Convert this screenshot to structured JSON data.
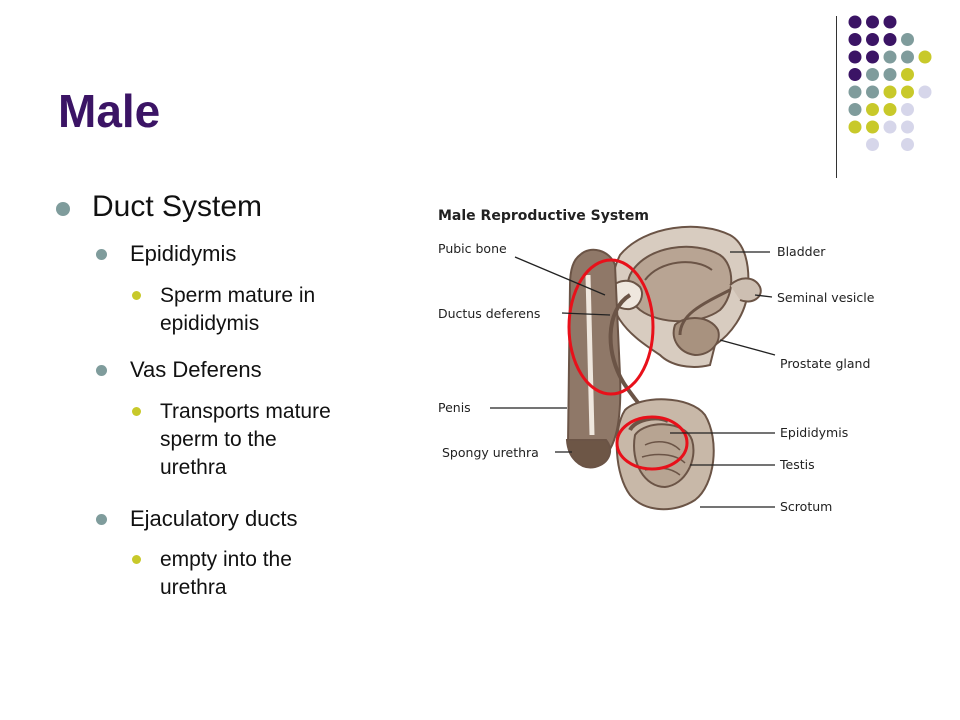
{
  "title": "Male",
  "bullets": {
    "duct_system": "Duct System",
    "epididymis": "Epididymis",
    "sperm_mature_1": "Sperm mature in",
    "sperm_mature_2": "epididymis",
    "vas_deferens": "Vas Deferens",
    "transports_1": "Transports mature",
    "transports_2": "sperm to the",
    "transports_3": "urethra",
    "ejaculatory": "Ejaculatory ducts",
    "empty_1": "empty into the",
    "empty_2": "urethra"
  },
  "diagram": {
    "title": "Male Reproductive System",
    "labels": {
      "pubic_bone": "Pubic bone",
      "ductus_deferens": "Ductus deferens",
      "penis": "Penis",
      "spongy_urethra": "Spongy urethra",
      "bladder": "Bladder",
      "seminal_vesicle": "Seminal vesicle",
      "prostate_gland": "Prostate gland",
      "epididymis": "Epididymis",
      "testis": "Testis",
      "scrotum": "Scrotum"
    }
  },
  "colors": {
    "title": "#3b1465",
    "purple": "#3b1465",
    "teal": "#7f9c9c",
    "olive": "#c8c92a",
    "lavender": "#d6d6ea",
    "highlight": "#e8101a"
  }
}
